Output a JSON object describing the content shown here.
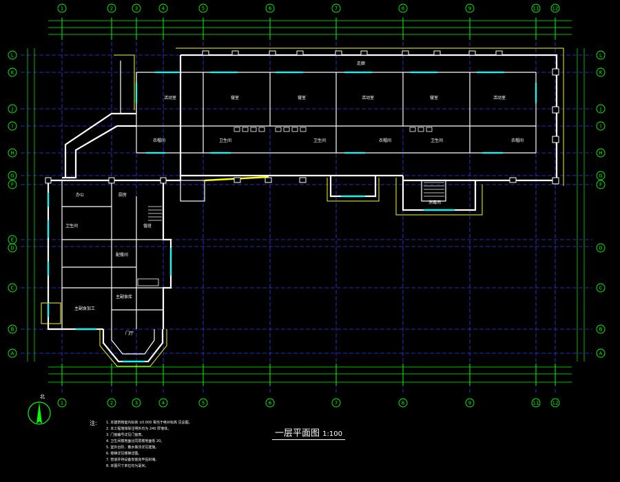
{
  "drawing": {
    "title": "一层平面图",
    "scale": "1:100",
    "north_label": "北",
    "notes_lead": "注:",
    "notes": [
      "1. 本建筑物室内标高 ±0.000 相当于绝对标高 见总图。",
      "2. 本工程墙体除注明外均为 240 厚墙体。",
      "3. 门窗编号详见门窗表。",
      "4. 卫生间楼地面比同层楼地面低 20。",
      "5. 室外台阶、散水做法详见建施。",
      "6. 楼梯详见楼梯详图。",
      "7. 管道井待设备安装完毕后封堵。",
      "8. 本图尺寸单位均为毫米。"
    ]
  },
  "axes": {
    "columns": [
      "1",
      "2",
      "3",
      "4",
      "5",
      "6",
      "7",
      "8",
      "9",
      "11",
      "12"
    ],
    "rows": [
      "L",
      "K",
      "J",
      "I",
      "H",
      "G",
      "F",
      "E",
      "D",
      "C",
      "B",
      "A"
    ]
  },
  "colors": {
    "background": "#000000",
    "axis": "#00ff00",
    "grid": "#3a3aff",
    "wall": "#ffffff",
    "window": "#00ffff",
    "text": "#ffffff",
    "accent": "#ffff00"
  },
  "rooms": [
    {
      "label": "活动室"
    },
    {
      "label": "寝室"
    },
    {
      "label": "寝室"
    },
    {
      "label": "活动室"
    },
    {
      "label": "寝室"
    },
    {
      "label": "活动室"
    },
    {
      "label": "衣帽间"
    },
    {
      "label": "卫生间"
    },
    {
      "label": "卫生间"
    },
    {
      "label": "衣帽间"
    },
    {
      "label": "卫生间"
    },
    {
      "label": "衣帽间"
    },
    {
      "label": "走廊"
    },
    {
      "label": "办公"
    },
    {
      "label": "卫生间"
    },
    {
      "label": "厨房"
    },
    {
      "label": "配餐间"
    },
    {
      "label": "主副食加工"
    },
    {
      "label": "主副食库"
    },
    {
      "label": "值班"
    },
    {
      "label": "门厅"
    },
    {
      "label": "消毒间"
    }
  ]
}
